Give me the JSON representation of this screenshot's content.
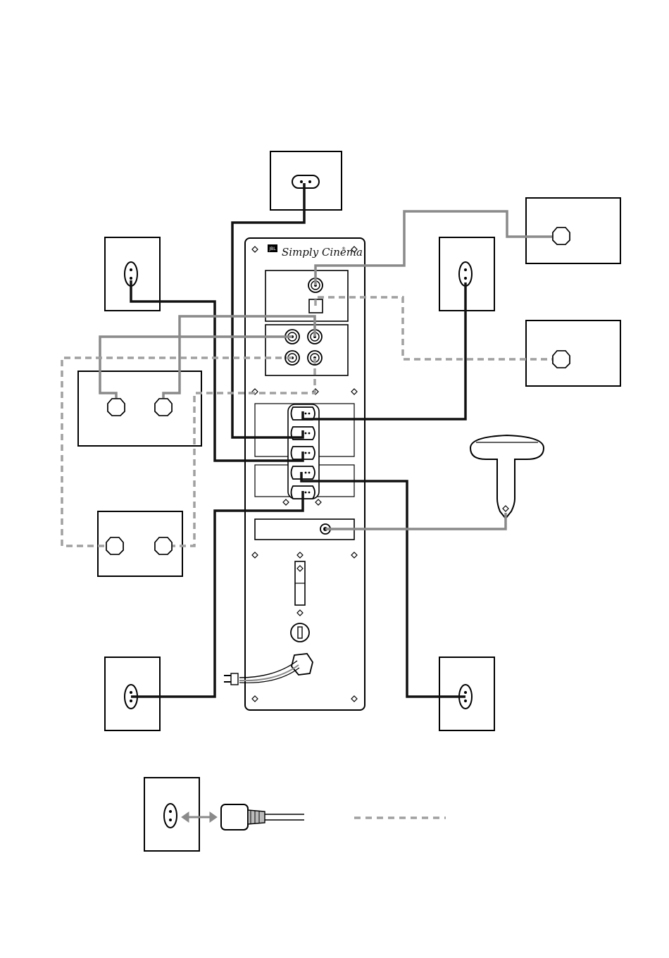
{
  "panel": {
    "logo": "JBL",
    "brand": "Simply Cinema",
    "brand_mark": "®"
  },
  "colors": {
    "line": "#000000",
    "cable_black": "#111111",
    "cable_gray": "#8a8a8a",
    "cable_dashed": "#a0a0a0"
  },
  "legend": {
    "items": [
      "plug-to-jack-connection",
      "dashed-optional-cable"
    ]
  }
}
